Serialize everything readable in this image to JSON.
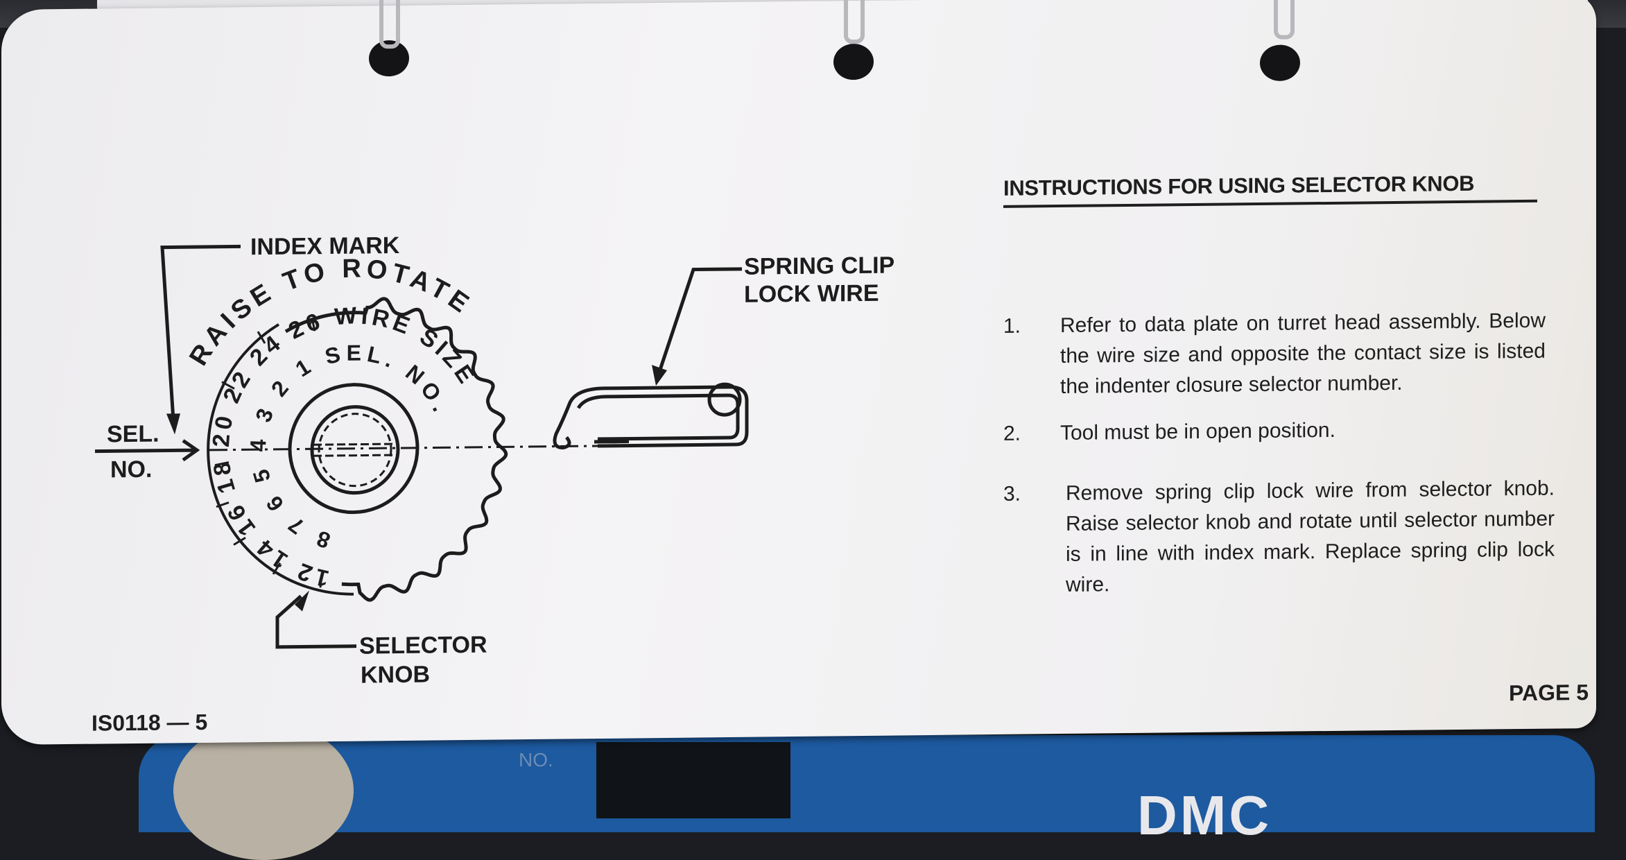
{
  "diagram": {
    "index_mark": "INDEX MARK",
    "raise_to_rotate": "RAISE TO ROTATE",
    "wire_size_ring": "12  14  16  18  20  22  24  26 WIRE SIZE",
    "sel_no_ring": "8  7  6  5  4  3  2  1  SEL. NO.",
    "sel_no_line1": "SEL.",
    "sel_no_line2": "NO.",
    "spring_clip_line1": "SPRING CLIP",
    "spring_clip_line2": "LOCK WIRE",
    "selector_knob_line1": "SELECTOR",
    "selector_knob_line2": "KNOB"
  },
  "instructions": {
    "title": "INSTRUCTIONS FOR USING SELECTOR KNOB",
    "items": [
      {
        "number": "1.",
        "text": "Refer to data plate on turret head assembly. Below the wire size and opposite the contact size is listed the indenter closure selector number."
      },
      {
        "number": "2.",
        "text": "Tool must be in open position."
      },
      {
        "number": "3.",
        "text": "Remove spring clip lock wire from selector knob. Raise selector knob and rotate until selector number is in line with index mark. Replace spring clip lock wire."
      }
    ]
  },
  "footer": {
    "doc_id": "IS0118 — 5",
    "page": "PAGE 5"
  },
  "background": {
    "tool_label": "NO.",
    "tool_logo": "DMC"
  },
  "colors": {
    "paper": "#f1f0f1",
    "ink": "#1c1c1c",
    "tool_blue": "#1d5aa0"
  }
}
